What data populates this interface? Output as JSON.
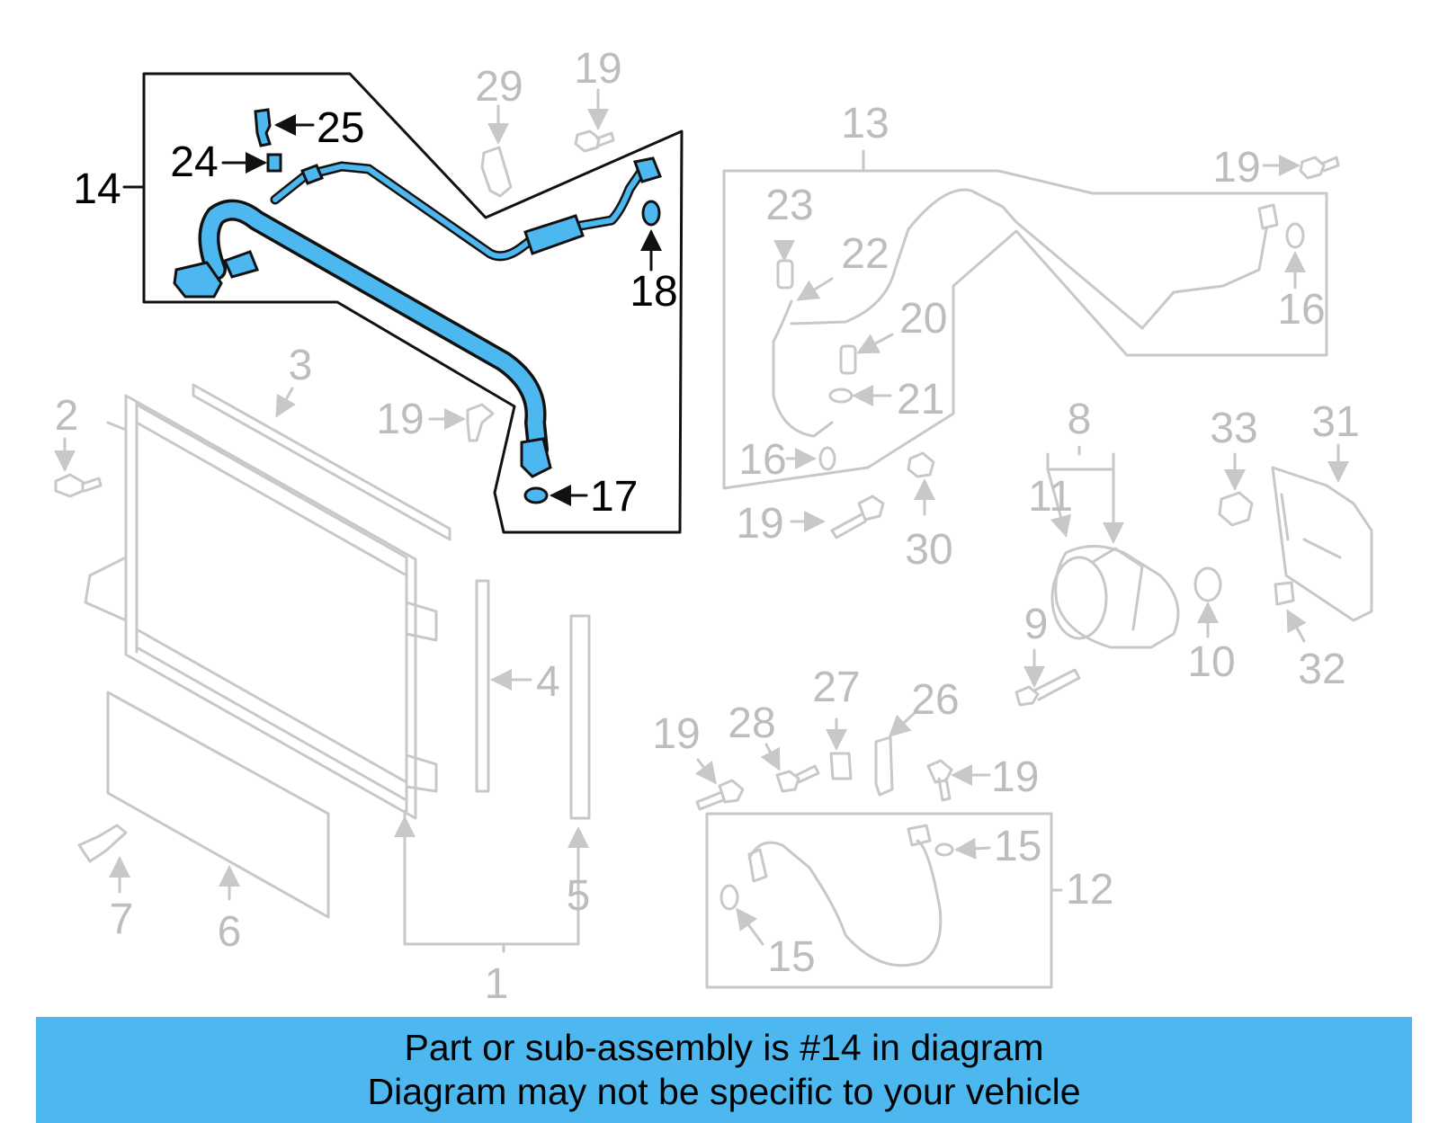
{
  "diagram": {
    "highlight_color": "#4db7ef",
    "active_part": "14",
    "callouts": {
      "c1": "1",
      "c2": "2",
      "c3": "3",
      "c4": "4",
      "c5": "5",
      "c6": "6",
      "c7": "7",
      "c8": "8",
      "c9": "9",
      "c10": "10",
      "c11": "11",
      "c12": "12",
      "c13": "13",
      "c14": "14",
      "c15a": "15",
      "c15b": "15",
      "c16a": "16",
      "c16b": "16",
      "c17": "17",
      "c18": "18",
      "c19a": "19",
      "c19b": "19",
      "c19c": "19",
      "c19d": "19",
      "c19e": "19",
      "c19f": "19",
      "c20": "20",
      "c21": "21",
      "c22": "22",
      "c23": "23",
      "c24": "24",
      "c25": "25",
      "c26": "26",
      "c27": "27",
      "c28": "28",
      "c29": "29",
      "c30": "30",
      "c31": "31",
      "c32": "32",
      "c33": "33"
    }
  },
  "banner": {
    "background": "#4db7ef",
    "line1": "Part or sub-assembly is #14 in diagram",
    "line2": "Diagram may not be specific to your vehicle"
  }
}
